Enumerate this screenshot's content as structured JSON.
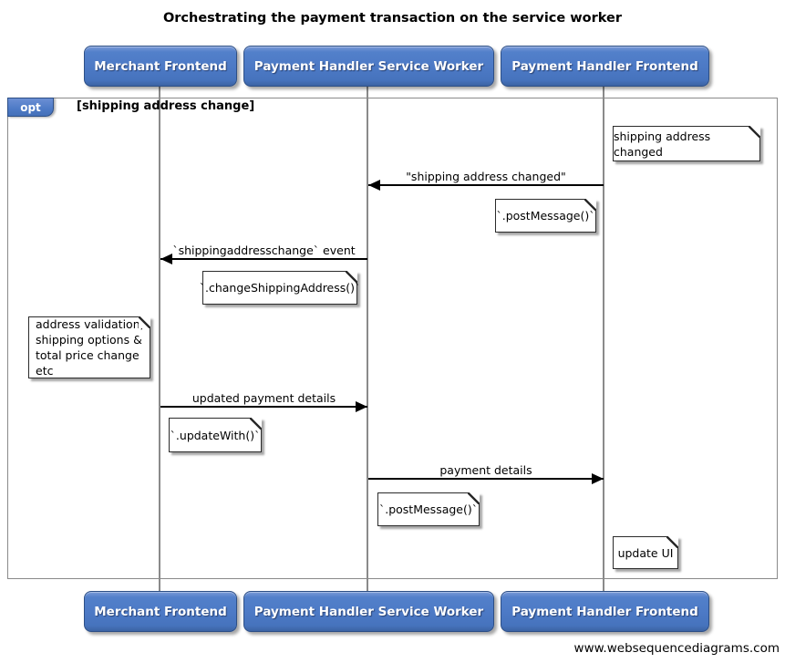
{
  "title": "Orchestrating the payment transaction on the service worker",
  "watermark": "www.websequencediagrams.com",
  "actors": [
    {
      "label": "Merchant Frontend"
    },
    {
      "label": "Payment Handler Service Worker"
    },
    {
      "label": "Payment Handler Frontend"
    }
  ],
  "fragment": {
    "operator": "opt",
    "guard": "[shipping address change]"
  },
  "messages": [
    {
      "label": "\"shipping address changed\"",
      "from": "Payment Handler Frontend",
      "to": "Payment Handler Service Worker",
      "direction": "left"
    },
    {
      "label": "`shippingaddresschange` event",
      "from": "Payment Handler Service Worker",
      "to": "Merchant Frontend",
      "direction": "left"
    },
    {
      "label": "updated payment details",
      "from": "Merchant Frontend",
      "to": "Payment Handler Service Worker",
      "direction": "right"
    },
    {
      "label": "payment details",
      "from": "Payment Handler Service Worker",
      "to": "Payment Handler Frontend",
      "direction": "right"
    }
  ],
  "notes": [
    {
      "text": "shipping address changed"
    },
    {
      "text": "`.postMessage()`"
    },
    {
      "text": "`.changeShippingAddress()`"
    },
    {
      "text": "address validation,\nshipping options &\ntotal price change etc"
    },
    {
      "text": "`.updateWith()`"
    },
    {
      "text": "`.postMessage()`"
    },
    {
      "text": "update UI"
    }
  ],
  "colors": {
    "actor_fill": "#4d7ac6",
    "actor_border": "#2d4f86",
    "opt_tab_fill": "#4d7ac6",
    "lifeline": "#8a8a8a",
    "fragment_border": "#8a8a8a",
    "note_bg": "#ffffff",
    "note_border": "#2b2b2b",
    "arrow": "#000000",
    "text": "#000000"
  }
}
